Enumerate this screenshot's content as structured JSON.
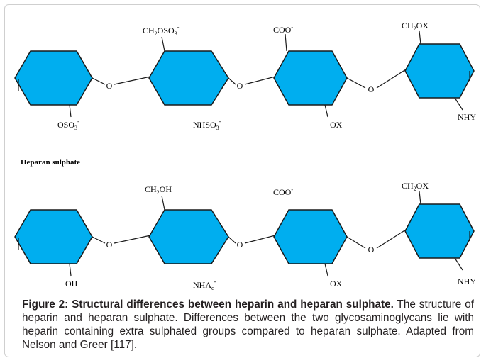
{
  "section_label": "Heparan sulphate",
  "caption": {
    "title": "Figure 2: Structural differences between heparin and heparan sulphate.",
    "body": "The structure of heparin and heparan sulphate. Differences between the two glycosaminoglycans lie with heparin containing extra sulphated groups compared to heparan sulphate. Adapted from Nelson and Greer [117]."
  },
  "heparin": {
    "ring1_bottom": {
      "main": "OSO",
      "sub": "3",
      "sup": "-"
    },
    "ring2_top": {
      "a": "CH",
      "a_sub": "2",
      "b": "OSO",
      "b_sub": "3",
      "sup": "-"
    },
    "ring2_bottom": {
      "main": "NHSO",
      "sub": "3",
      "sup": "-"
    },
    "ring3_top": {
      "main": "COO",
      "sup": "-"
    },
    "ring3_bottom": "OX",
    "ring4_top": {
      "a": "CH",
      "a_sub": "2",
      "b": "OX"
    },
    "ring4_bottom": "NHY",
    "linkers": [
      "O",
      "O",
      "O"
    ]
  },
  "heparan": {
    "ring1_bottom": "OH",
    "ring2_top": {
      "a": "CH",
      "a_sub": "2",
      "b": "OH"
    },
    "ring2_bottom": {
      "main": "NHA",
      "sub": "c",
      "sup": "-"
    },
    "ring3_top": {
      "main": "COO",
      "sup": "-"
    },
    "ring3_bottom": "OX",
    "ring4_top": {
      "a": "CH",
      "a_sub": "2",
      "b": "OX"
    },
    "ring4_bottom": "NHY",
    "linkers": [
      "O",
      "O",
      "O"
    ]
  }
}
